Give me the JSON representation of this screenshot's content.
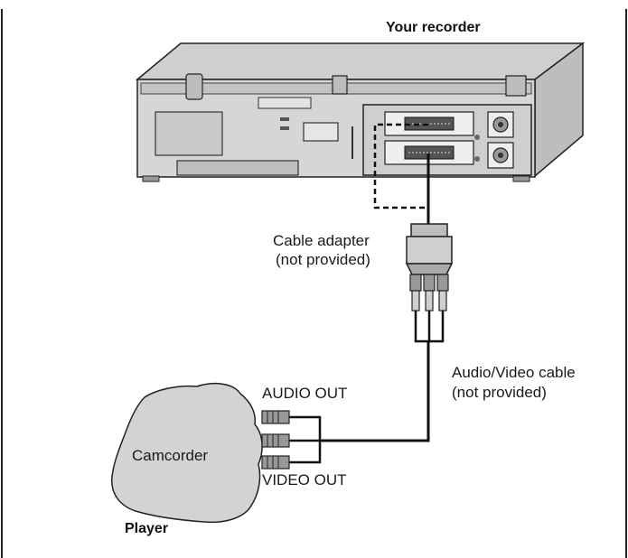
{
  "titles": {
    "recorder": "Your recorder",
    "player": "Player"
  },
  "labels": {
    "cable_adapter_line1": "Cable adapter",
    "cable_adapter_line2": "(not provided)",
    "av_cable_line1": "Audio/Video cable",
    "av_cable_line2": "(not provided)",
    "audio_out": "AUDIO OUT",
    "video_out": "VIDEO OUT",
    "camcorder": "Camcorder"
  },
  "colors": {
    "device_body": "#d3d3d3",
    "device_dark": "#8a8a8a",
    "outline": "#1a1a1a",
    "cable": "#111111"
  }
}
